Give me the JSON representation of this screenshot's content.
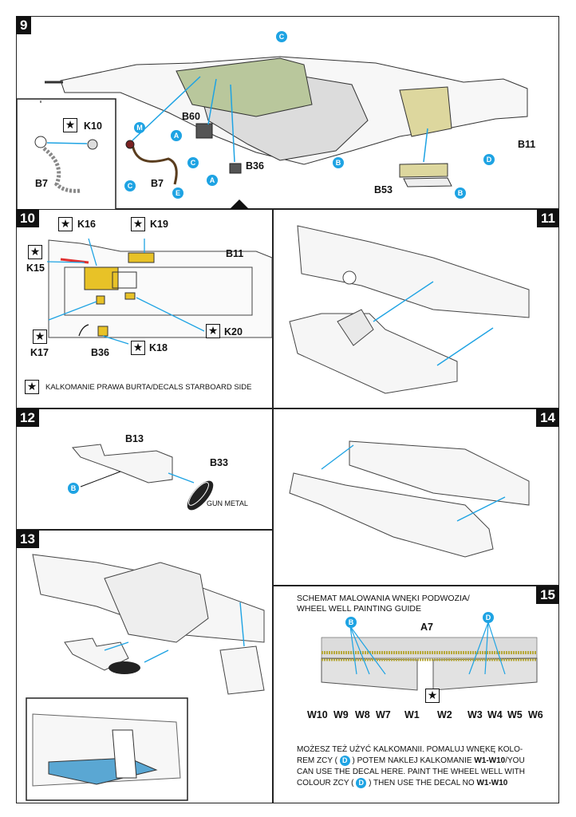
{
  "step9": {
    "number": "9",
    "inset_parts": [
      "K10",
      "B7"
    ],
    "part_labels": [
      "B60",
      "B36",
      "B7",
      "B11",
      "B53"
    ],
    "markers": [
      "C",
      "M",
      "A",
      "C",
      "A",
      "E",
      "B",
      "D",
      "B",
      "C"
    ]
  },
  "step10": {
    "number": "10",
    "parts": [
      "K16",
      "K19",
      "K15",
      "B11",
      "K17",
      "B36",
      "K18",
      "K20"
    ],
    "legend": "KALKOMANIE PRAWA BURTA/DECALS STARBOARD SIDE"
  },
  "step11": {
    "number": "11"
  },
  "step12": {
    "number": "12",
    "parts": [
      "B13",
      "B33"
    ],
    "marker": "B",
    "finish": "GUN METAL"
  },
  "step13": {
    "number": "13"
  },
  "step14": {
    "number": "14"
  },
  "step15": {
    "number": "15",
    "title_line1": "SCHEMAT MALOWANIA WNĘKI PODWOZIA/",
    "title_line2": "WHEEL WELL PAINTING GUIDE",
    "part": "A7",
    "markers": [
      "B",
      "D"
    ],
    "decals": [
      "W10",
      "W9",
      "W8",
      "W7",
      "W1",
      "W2",
      "W3",
      "W4",
      "W5",
      "W6"
    ],
    "note_1": "MOŻESZ TEŻ UŻYĆ KALKOMANII. POMALUJ WNĘKĘ KOLO-",
    "note_2a": "REM ZCY (",
    "note_marker": "D",
    "note_2b": ") POTEM NAKLEJ KALKOMANIE ",
    "note_2c": "W1-W10",
    "note_2d": "/YOU",
    "note_3": "CAN USE THE DECAL HERE. PAINT THE WHEEL WELL WITH",
    "note_4a": "COLOUR ZCY  (",
    "note_4b": ") THEN USE THE DECAL NO ",
    "note_4c": "W1-W10"
  },
  "colors": {
    "marker": "#1ea3e3",
    "olive": "#b9c79c",
    "tan": "#ddd79e",
    "grey": "#dcdcdc",
    "yellow": "#e8c227"
  }
}
